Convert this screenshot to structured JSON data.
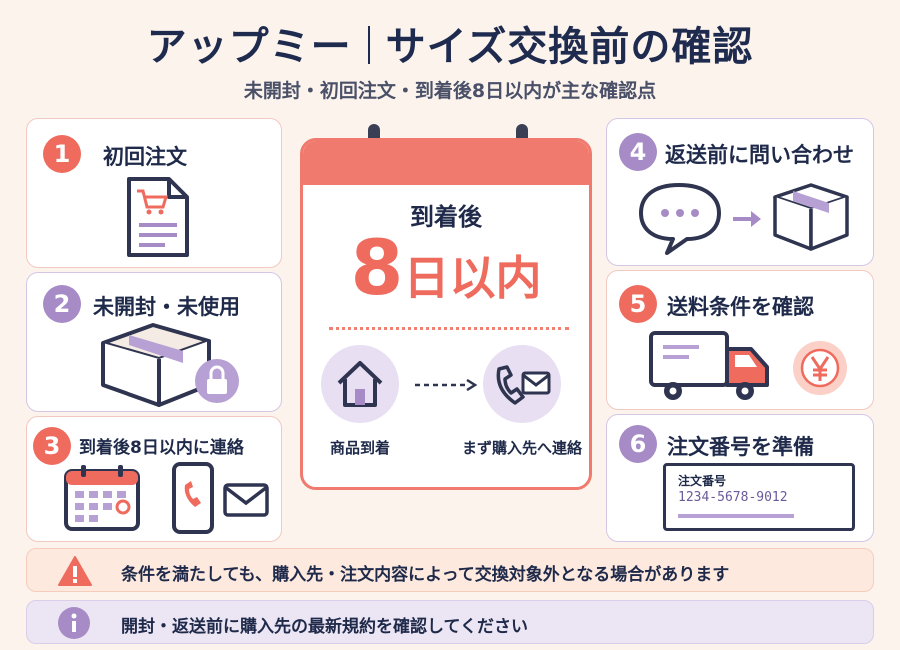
{
  "header": {
    "title_left": "アップミー",
    "title_right": "サイズ交換前の確認",
    "subtitle": "未開封・初回注文・到着後8日以内が主な確認点"
  },
  "cards": [
    {
      "number": "1",
      "title": "初回注文",
      "icon": "document-cart-icon"
    },
    {
      "number": "2",
      "title": "未開封・未使用",
      "icon": "sealed-box-lock-icon"
    },
    {
      "number": "3",
      "title": "到着後8日以内に連絡",
      "icon": "calendar-phone-mail-icon"
    },
    {
      "number": "4",
      "title": "返送前に問い合わせ",
      "icon": "chat-box-icon"
    },
    {
      "number": "5",
      "title": "送料条件を確認",
      "icon": "truck-yen-icon"
    },
    {
      "number": "6",
      "title": "注文番号を準備",
      "icon": "ticket-icon"
    }
  ],
  "calendar": {
    "top_label": "到着後",
    "big_number": "8",
    "big_unit": "日以内",
    "left_caption": "商品到着",
    "right_caption": "まず購入先へ連絡"
  },
  "ticket": {
    "label": "注文番号",
    "number": "1234-5678-9012"
  },
  "notes": {
    "warning": "条件を満たしても、購入先・注文内容によって交換対象外となる場合があります",
    "info": "開封・返送前に購入先の最新規約を確認してください"
  },
  "colors": {
    "accent_red": "#ee6b5e",
    "accent_purple": "#a68bc6",
    "navy": "#1e2a4e",
    "background": "#fbf3ec"
  }
}
